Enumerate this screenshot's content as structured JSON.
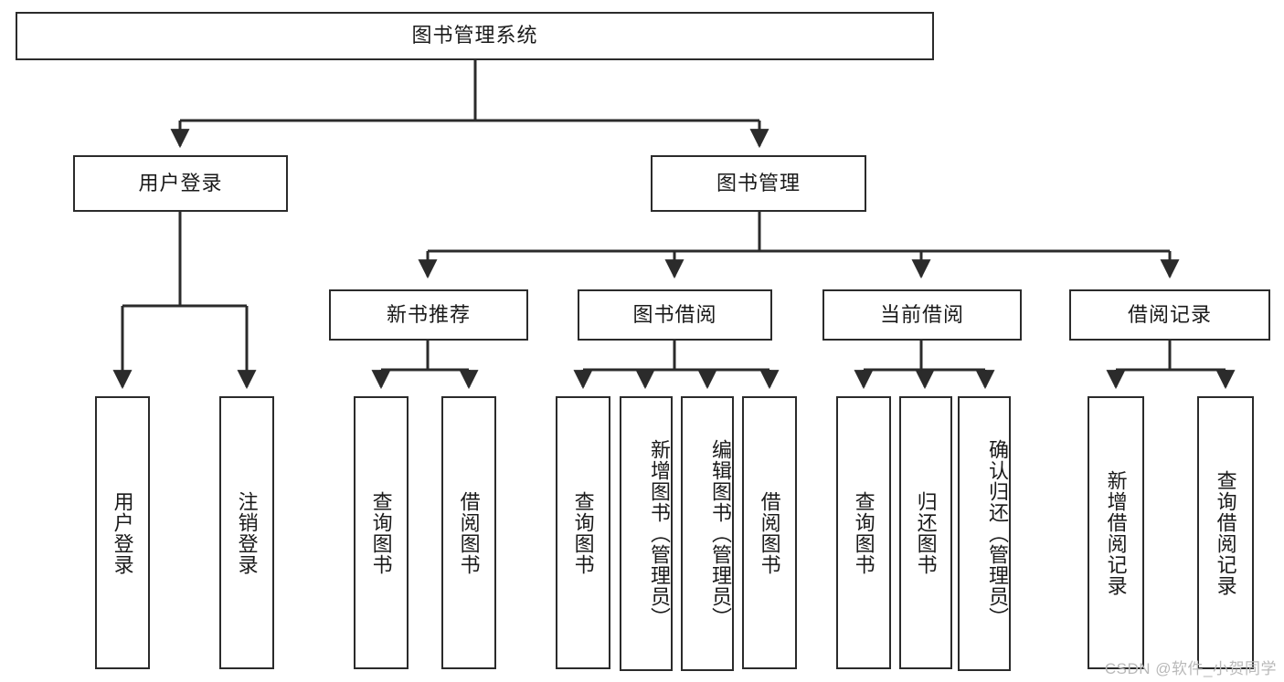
{
  "diagram": {
    "type": "tree",
    "title": "图书管理系统",
    "watermark": "CSDN @软件_小贺同学",
    "colors": {
      "stroke": "#2b2b2b",
      "fill": "#ffffff",
      "text": "#1a1a1a",
      "watermark": "#b9b9b9"
    },
    "root": {
      "label": "图书管理系统"
    },
    "level1": [
      {
        "label": "用户登录"
      },
      {
        "label": "图书管理"
      }
    ],
    "level2": [
      {
        "label": "新书推荐"
      },
      {
        "label": "图书借阅"
      },
      {
        "label": "当前借阅"
      },
      {
        "label": "借阅记录"
      }
    ],
    "leaves": {
      "user_login": [
        {
          "label": "用户登录"
        },
        {
          "label": "注销登录"
        }
      ],
      "new_book_recommend": [
        {
          "label": "查询图书"
        },
        {
          "label": "借阅图书"
        }
      ],
      "book_borrow": [
        {
          "label": "查询图书"
        },
        {
          "label": "新增图书（管理员）"
        },
        {
          "label": "编辑图书（管理员）"
        },
        {
          "label": "借阅图书"
        }
      ],
      "current_borrow": [
        {
          "label": "查询图书"
        },
        {
          "label": "归还图书"
        },
        {
          "label": "确认归还（管理员）"
        }
      ],
      "borrow_record": [
        {
          "label": "新增借阅记录"
        },
        {
          "label": "查询借阅记录"
        }
      ]
    }
  }
}
